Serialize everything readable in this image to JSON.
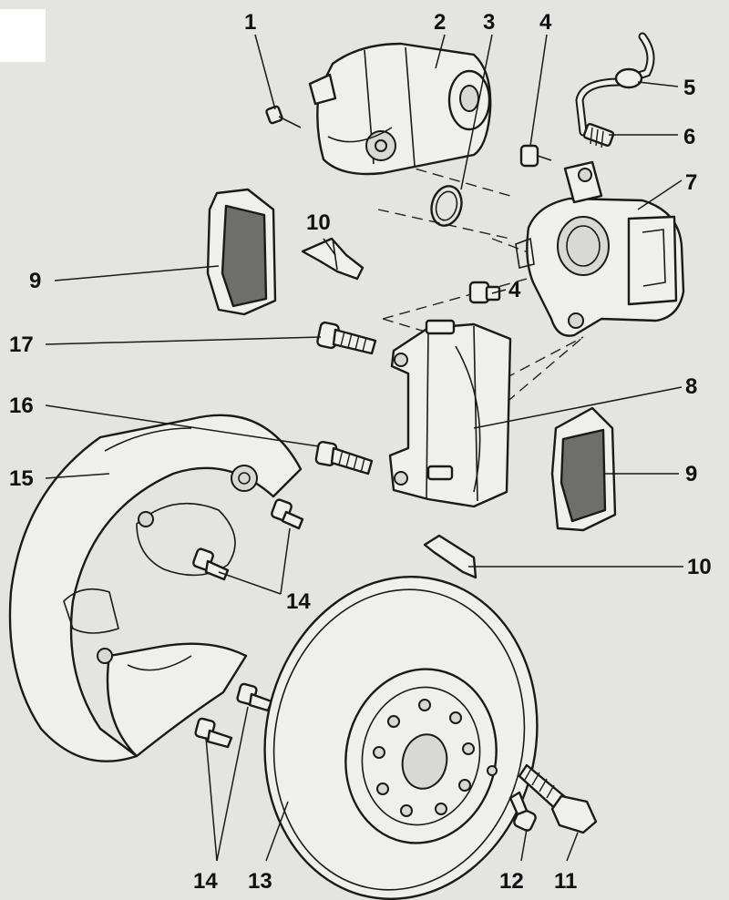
{
  "labels": {
    "l1": "1",
    "l2": "2",
    "l3": "3",
    "l4a": "4",
    "l4b": "4",
    "l5": "5",
    "l6": "6",
    "l7": "7",
    "l8": "8",
    "l9a": "9",
    "l9b": "9",
    "l10a": "10",
    "l10b": "10",
    "l11": "11",
    "l12": "12",
    "l13": "13",
    "l14a": "14",
    "l14b": "14",
    "l15": "15",
    "l16": "16",
    "l17": "17"
  }
}
